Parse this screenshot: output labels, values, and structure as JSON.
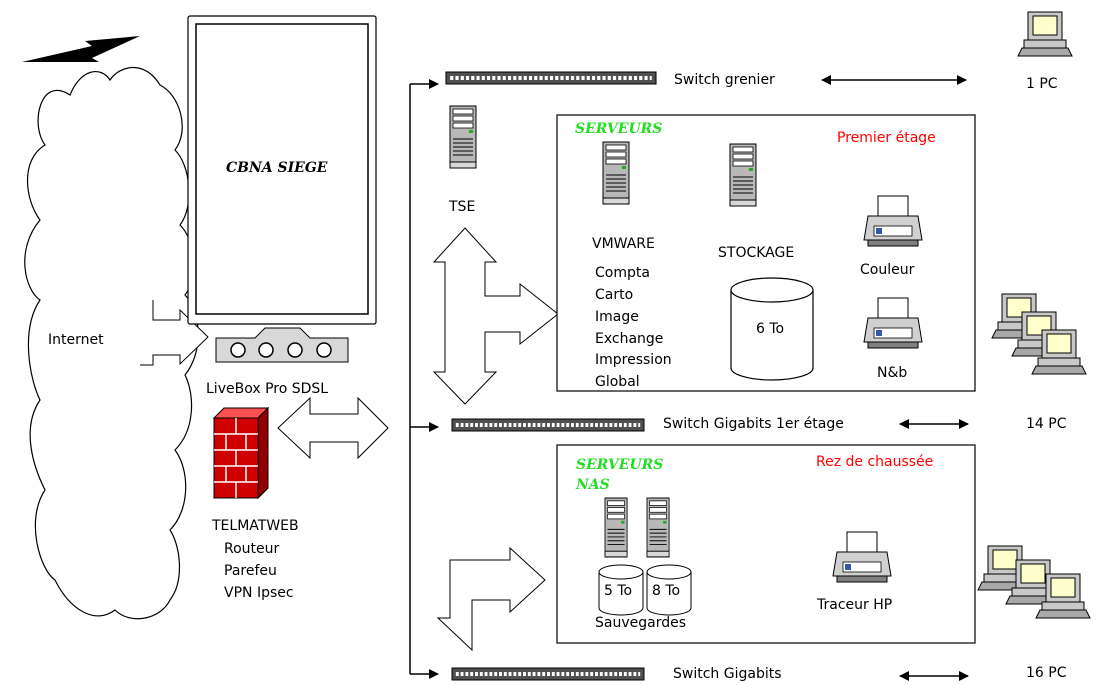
{
  "internet": {
    "label": "Internet"
  },
  "siege": {
    "title": "CBNA SIEGE"
  },
  "livebox": {
    "label": "LiveBox Pro SDSL"
  },
  "firewall": {
    "name": "TELMATWEB",
    "lines": [
      "Routeur",
      "Parefeu",
      "VPN Ipsec"
    ]
  },
  "switches": {
    "grenier": "Switch grenier",
    "premier": "Switch Gigabits 1er étage",
    "rdc": "Switch Gigabits"
  },
  "pcs": {
    "grenier": "1 PC",
    "premier": "14 PC",
    "rdc": "16 PC"
  },
  "tse": {
    "label": "TSE"
  },
  "premier_etage": {
    "servers_title": "SERVEURS",
    "floor_label": "Premier étage",
    "vmware": "VMWARE",
    "vmware_services": [
      "Compta",
      "Carto",
      "Image",
      "Exchange",
      "Impression",
      "Global"
    ],
    "stockage": "STOCKAGE",
    "disk": "6 To",
    "printer_color": "Couleur",
    "printer_bw": "N&b"
  },
  "rez_de_chaussee": {
    "servers_title_1": "SERVEURS",
    "servers_title_2": "NAS",
    "floor_label": "Rez de chaussée",
    "disk_1": "5 To",
    "disk_2": "8 To",
    "backups": "Sauvegardes",
    "plotter": "Traceur HP"
  }
}
